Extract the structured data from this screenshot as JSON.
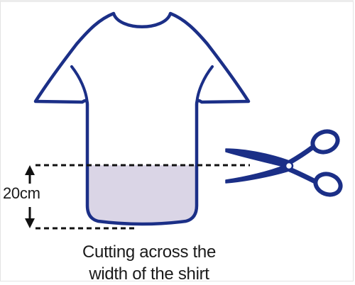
{
  "diagram": {
    "measurement_label": "20cm",
    "caption": {
      "line1": "Cutting across the",
      "line2": "width of the shirt"
    }
  },
  "colors": {
    "outline": "#1b2f87",
    "cut_area": "#dad5e6",
    "dashed_line": "#111111",
    "arrow": "#111111",
    "text": "#1a1a1a"
  },
  "icons": {
    "shirt": "t-shirt-icon",
    "scissors": "scissors-icon",
    "arrow": "double-arrow-icon"
  }
}
